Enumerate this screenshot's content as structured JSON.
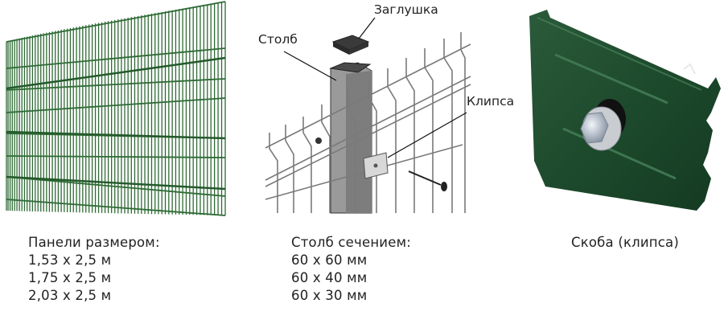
{
  "colors": {
    "panel_green": "#2e6b35",
    "clip_green": "#1e4a2c",
    "post_gray": "#8a8a8a",
    "text": "#222222"
  },
  "images": {
    "panel": {
      "icon": "fence-panel-image"
    },
    "post": {
      "icon": "post-assembly-diagram",
      "labels": {
        "cap": "Заглушка",
        "post": "Столб",
        "clip": "Клипса"
      }
    },
    "clip": {
      "icon": "bracket-clip-photo"
    }
  },
  "captions": {
    "panels": {
      "title": "Панели размером:",
      "items": [
        "1,53 х 2,5 м",
        "1,75 х 2,5 м",
        "2,03 х 2,5 м"
      ]
    },
    "posts": {
      "title": "Столб сечением:",
      "items": [
        "60 х 60 мм",
        "60 х 40 мм",
        "60 х 30 мм"
      ]
    },
    "clip": {
      "title": "Скоба (клипса)"
    }
  }
}
